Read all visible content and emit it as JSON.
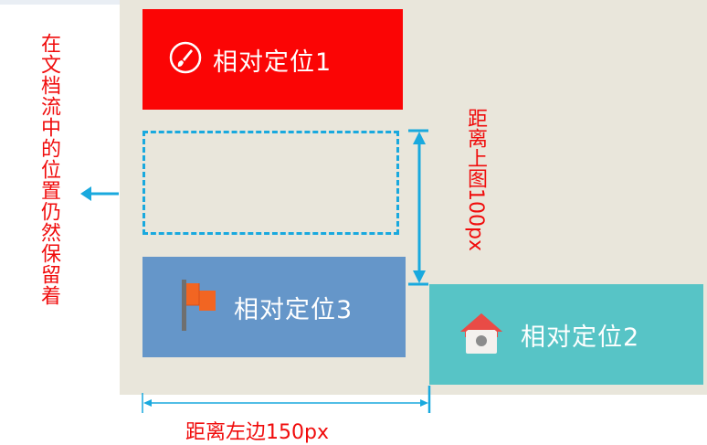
{
  "boxes": {
    "box1": {
      "label": "相对定位1",
      "icon": "paintbrush-circle-icon",
      "color": "#fb0505"
    },
    "box2": {
      "label": "相对定位2",
      "icon": "house-icon",
      "color": "#57c4c6"
    },
    "box3": {
      "label": "相对定位3",
      "icon": "flag-icon",
      "color": "#6596c9"
    }
  },
  "annotations": {
    "flow_note": "在文档流中的位置仍然保留着",
    "top_distance": "距离上图100px",
    "left_distance": "距离左边150px"
  },
  "colors": {
    "annotation_text": "#f00c0c",
    "arrow": "#19a9de",
    "background": "#e9e6db"
  }
}
